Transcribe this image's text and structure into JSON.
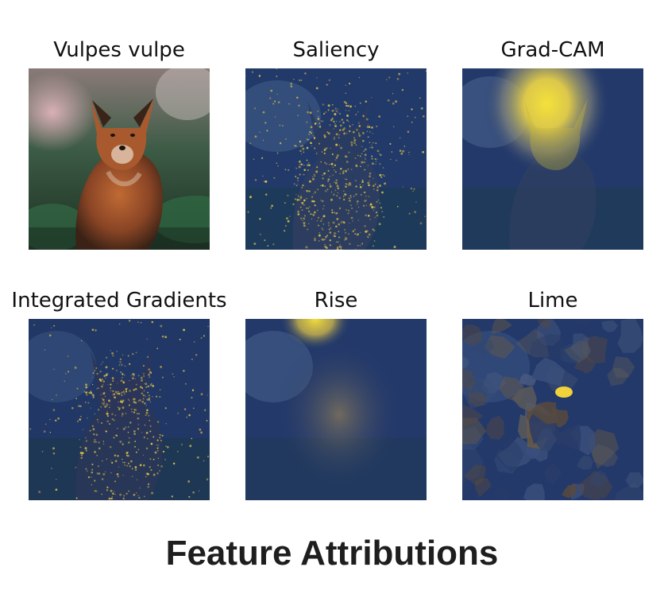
{
  "panels": [
    {
      "key": "original",
      "title": "Vulpes vulpe"
    },
    {
      "key": "saliency",
      "title": "Saliency"
    },
    {
      "key": "gradcam",
      "title": "Grad-CAM"
    },
    {
      "key": "ig",
      "title": "Integrated Gradients"
    },
    {
      "key": "rise",
      "title": "Rise"
    },
    {
      "key": "lime",
      "title": "Lime"
    }
  ],
  "footer_title": "Feature Attributions",
  "colors": {
    "overlay_navy": "#1b2f63",
    "highlight_yellow": "#f2dc3c",
    "fox_orange": "#a4542a",
    "foliage_green": "#1f5a3c"
  }
}
